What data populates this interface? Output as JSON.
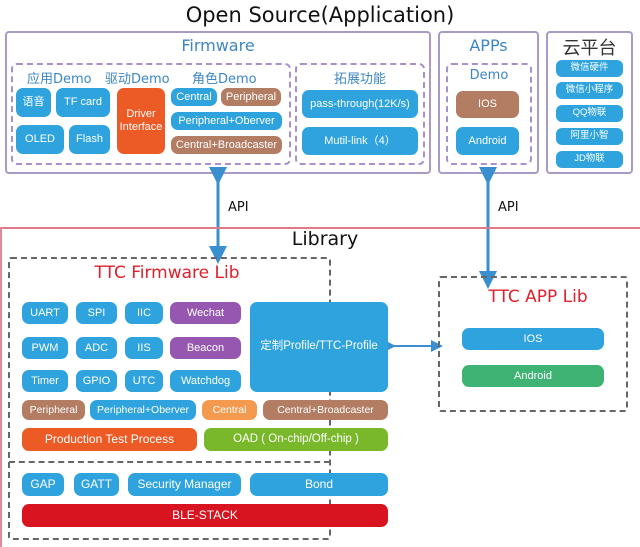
{
  "top_title": "Open Source(Application)",
  "firmware": {
    "title": "Firmware",
    "app_demo": {
      "title": "应用Demo",
      "items": [
        "语音",
        "TF card",
        "OLED",
        "Flash"
      ]
    },
    "driver_demo": {
      "title": "驱动Demo",
      "items": [
        "Driver Interface"
      ]
    },
    "role_demo": {
      "title": "角色Demo",
      "items": [
        "Central",
        "Peripheral",
        "Peripheral+Oberver",
        "Central+Broadcaster"
      ]
    },
    "extend": {
      "title": "拓展功能",
      "items": [
        "pass-through(12K/s)",
        "Mutil-link（4）"
      ]
    }
  },
  "apps": {
    "title": "APPs",
    "demo_title": "Demo",
    "items": [
      "IOS",
      "Android"
    ]
  },
  "cloud": {
    "title": "云平台",
    "items": [
      "微信硬件",
      "微信小程序",
      "QQ物联",
      "阿里小智",
      "JD物联"
    ]
  },
  "api_labels": [
    "API",
    "API"
  ],
  "library": {
    "title": "Library",
    "firmware_lib": {
      "title": "TTC Firmware Lib",
      "grid": [
        [
          "UART",
          "SPI",
          "IIC",
          "Wechat"
        ],
        [
          "PWM",
          "ADC",
          "IIS",
          "Beacon"
        ],
        [
          "Timer",
          "GPIO",
          "UTC",
          "Watchdog"
        ]
      ],
      "profile": "定制Profile/TTC-Profile",
      "roles": [
        "Peripheral",
        "Peripheral+Oberver",
        "Central",
        "Central+Broadcaster"
      ],
      "production": "Production Test Process",
      "oad": "OAD ( On-chip/Off-chip )",
      "stack_items": [
        "GAP",
        "GATT",
        "Security Manager",
        "Bond"
      ],
      "ble_stack": "BLE-STACK"
    },
    "app_lib": {
      "title": "TTC APP Lib",
      "items": [
        "IOS",
        "Android"
      ]
    }
  },
  "colors": {
    "blue": "#2ea3de",
    "brown": "#b27d63",
    "orange": "#ec5a26",
    "light_orange": "#f39a4f",
    "purple": "#9557b0",
    "green": "#78b82a",
    "android_green": "#3fb373",
    "red": "#d7141f",
    "title_red": "#e0202c",
    "title_blue": "#3d86c2"
  }
}
